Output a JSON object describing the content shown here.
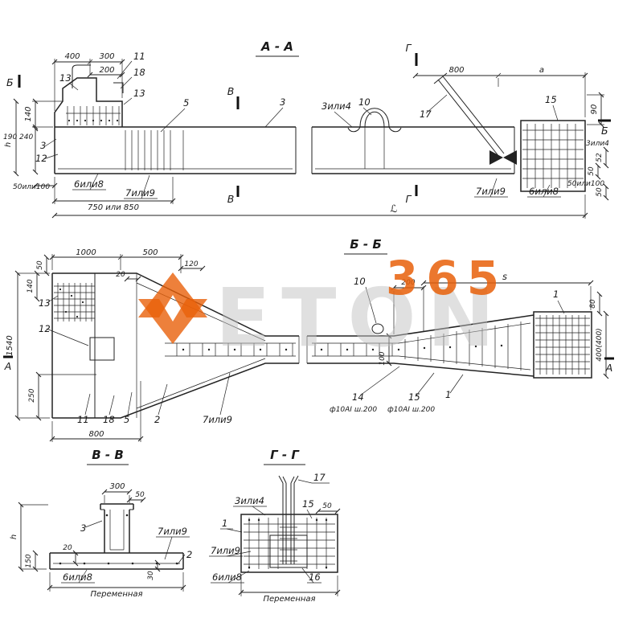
{
  "colors": {
    "ink": "#222222",
    "accent": "#e8600a",
    "watermark_gray": "#c2c2c2"
  },
  "watermark": {
    "text": "ETON",
    "number": "365"
  },
  "aa": {
    "title": "А - А",
    "cut": {
      "b_left": "Б",
      "b_right": "Б",
      "v_top": "В",
      "v_bot": "В",
      "g_top": "Г",
      "g_bot": "Г"
    },
    "dims": {
      "d400": "400",
      "d300": "300",
      "d200": "200",
      "d800": "800",
      "da": "а",
      "d90": "90",
      "d140": "140",
      "d190_240": "190 240",
      "h": "h",
      "d52": "52",
      "d50_a": "50",
      "d50_b": "50",
      "d50or100_l": "50или100",
      "d50or100_r": "50или100",
      "d750or850": "750 или 850",
      "total_l": "ℒ"
    },
    "callouts": {
      "c11": "11",
      "c18": "18",
      "c13a": "13",
      "c13b": "13",
      "c5": "5",
      "c3": "3",
      "c3or4": "3или4",
      "c10": "10",
      "c17": "17",
      "c15": "15",
      "c3_left": "3",
      "c12": "12",
      "c6or8_l": "6или8",
      "c7or9_l": "7или9",
      "c7or9_r": "7или9",
      "c6or8_r": "6или8",
      "c3or4_r": "3или4"
    }
  },
  "bb": {
    "title": "Б - Б",
    "cut": {
      "a_left": "А",
      "a_right": "А"
    },
    "dims": {
      "d1000": "1000",
      "d500": "500",
      "d120": "120",
      "d20": "20",
      "d50": "50",
      "d140": "140",
      "d1540": "1540",
      "d250": "250",
      "d800": "800",
      "d200": "200",
      "ds": "s",
      "d100": "100",
      "d80": "80",
      "d400_400": "400(400)"
    },
    "callouts": {
      "c13": "13",
      "c12": "12",
      "c11": "11",
      "c18": "18",
      "c5": "5",
      "c2": "2",
      "c7or9": "7или9",
      "c10": "10",
      "c1_right": "1",
      "c1_mid": "1",
      "c14": "14",
      "c14_spec": "ф10АI ш.200",
      "c15": "15",
      "c15_spec": "ф10АI ш.200"
    }
  },
  "vv": {
    "title": "В - В",
    "dims": {
      "d300": "300",
      "d50": "50",
      "d20": "20",
      "h": "h",
      "d150": "150",
      "d30": "30",
      "variable": "Переменная"
    },
    "callouts": {
      "c3": "3",
      "c7or9": "7или9",
      "c2": "2",
      "c6or8": "6или8"
    }
  },
  "gg": {
    "title": "Г - Г",
    "dims": {
      "d50": "50",
      "variable": "Переменная"
    },
    "callouts": {
      "c17": "17",
      "c3or4": "3или4",
      "c15": "15",
      "c1": "1",
      "c7or9": "7или9",
      "c6or8": "6или8",
      "c16": "16"
    }
  }
}
